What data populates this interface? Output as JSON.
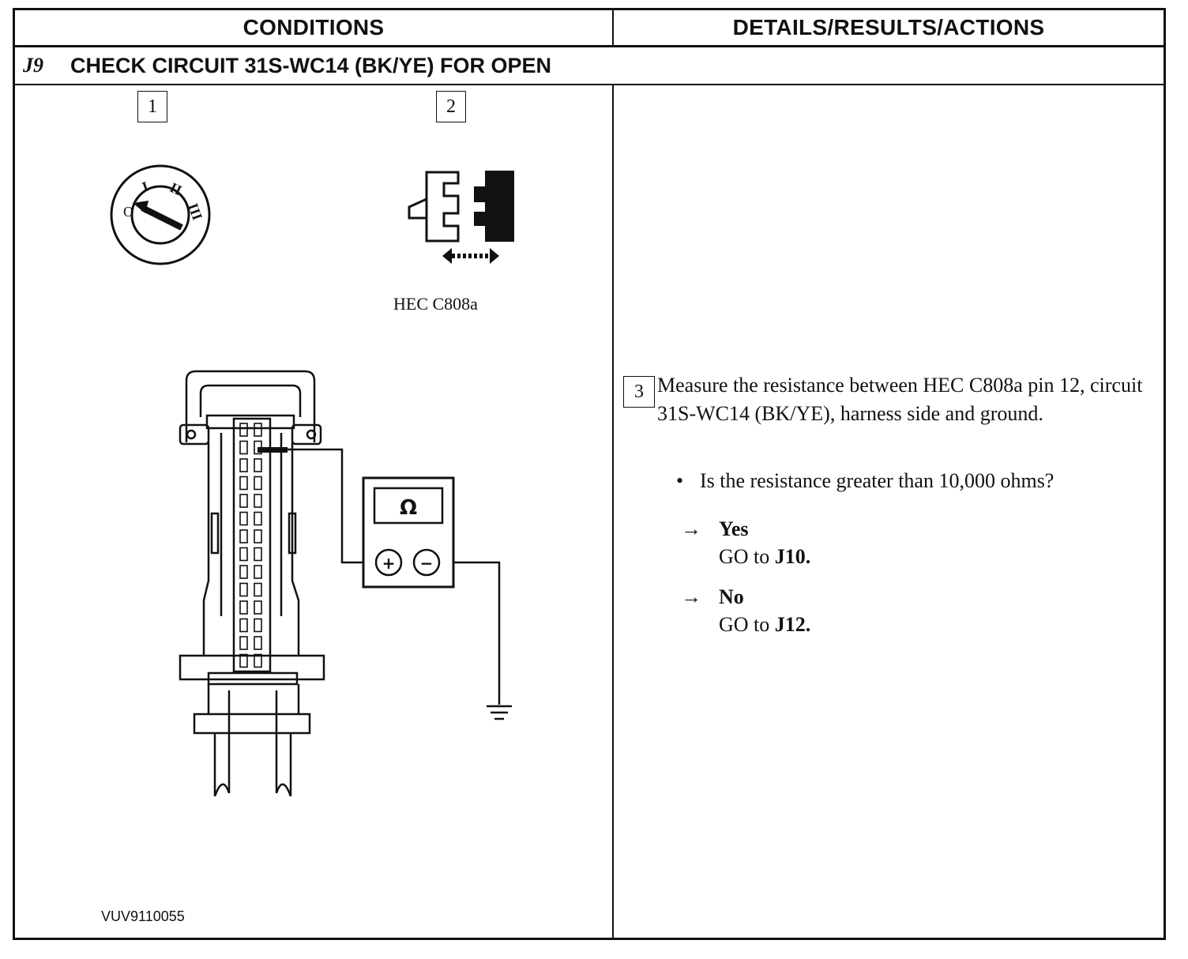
{
  "header": {
    "conditions": "CONDITIONS",
    "details": "DETAILS/RESULTS/ACTIONS"
  },
  "step": {
    "id": "J9",
    "title": "CHECK CIRCUIT 31S-WC14 (BK/YE) FOR OPEN"
  },
  "illustration": {
    "callout_1": "1",
    "callout_2": "2",
    "connector_label": "HEC C808a",
    "meter_symbol": "Ω",
    "plus": "+",
    "minus": "−",
    "ignition_positions": [
      "O",
      "I",
      "II",
      "III"
    ],
    "figure_id": "VUV9110055"
  },
  "action": {
    "number": "3",
    "text": "Measure the resistance between HEC C808a pin 12, circuit 31S-WC14 (BK/YE), harness side and ground.",
    "question": "Is the resistance greater than 10,000 ohms?",
    "answers": [
      {
        "arrow": "→",
        "label": "Yes",
        "go_prefix": "GO to",
        "target": "J10."
      },
      {
        "arrow": "→",
        "label": "No",
        "go_prefix": "GO to",
        "target": "J12."
      }
    ]
  }
}
